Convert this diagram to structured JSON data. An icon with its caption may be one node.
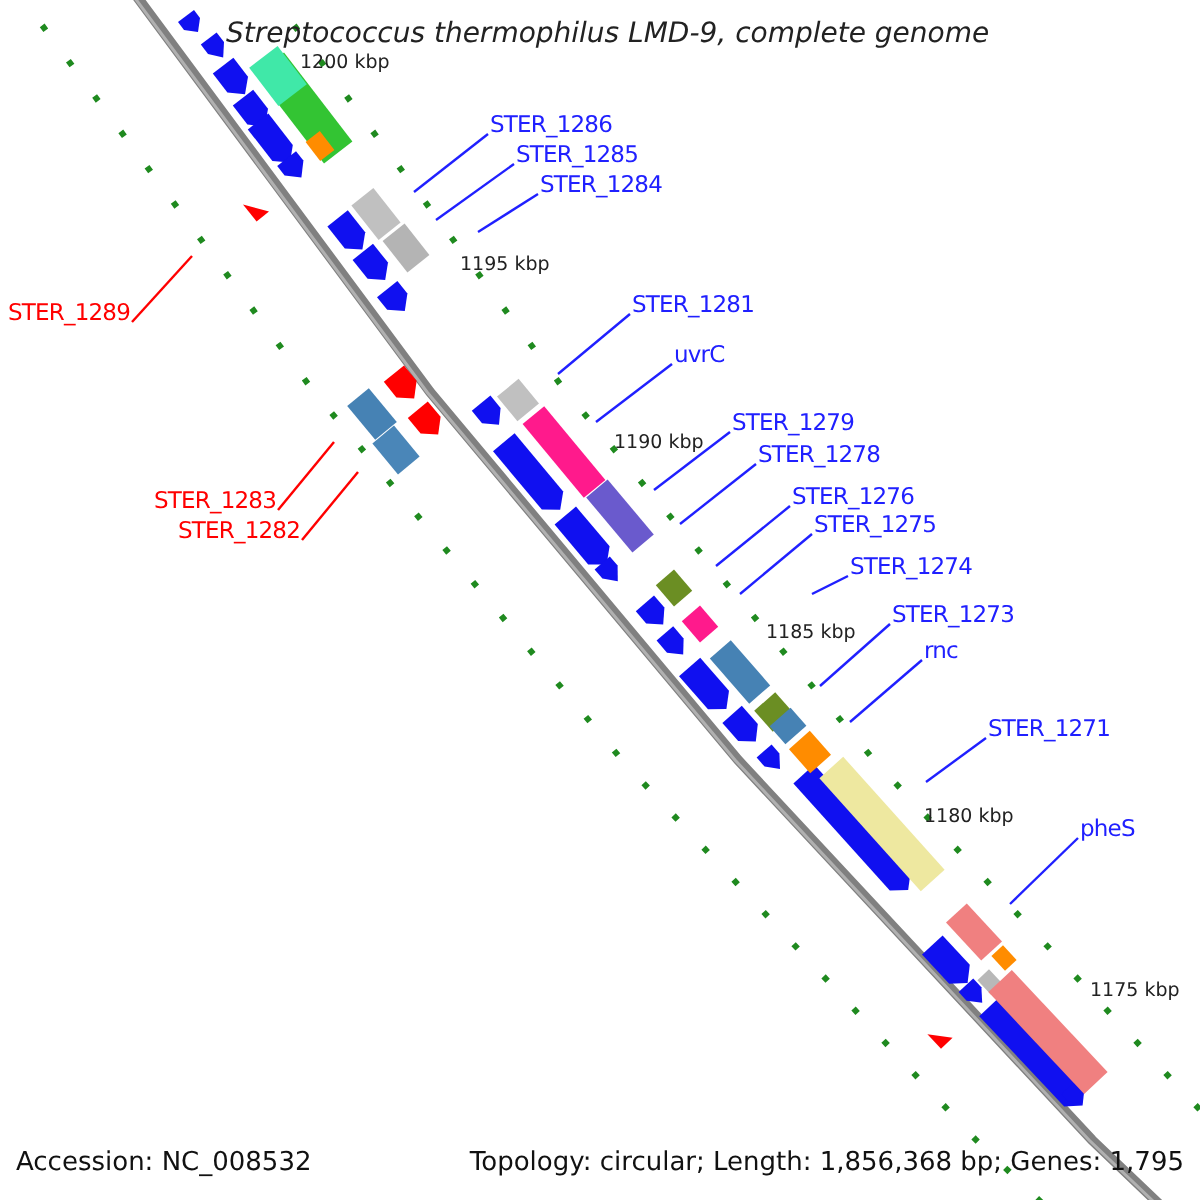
{
  "diagram": {
    "title": "Streptococcus thermophilus LMD-9, complete genome",
    "nodes": [
      {
        "text": [
          "STER_1286"
        ]
      },
      {
        "text": [
          "STER_1285"
        ]
      },
      {
        "text": [
          "STER_1284"
        ]
      },
      {
        "text": [
          "STER_1289"
        ]
      },
      {
        "text": [
          "STER_1281"
        ]
      },
      {
        "text": [
          "uvrC"
        ]
      },
      {
        "text": [
          "STER_1283"
        ]
      },
      {
        "text": [
          "STER_1279"
        ]
      },
      {
        "text": [
          "STER_1278"
        ]
      },
      {
        "text": [
          "STER_1282"
        ]
      },
      {
        "text": [
          "STER_1276"
        ]
      },
      {
        "text": [
          "STER_1275"
        ]
      },
      {
        "text": [
          "STER_1274"
        ]
      },
      {
        "text": [
          "STER_1273"
        ]
      },
      {
        "text": [
          "rnc"
        ]
      },
      {
        "text": [
          "STER_1271"
        ]
      },
      {
        "text": [
          "pheS"
        ]
      }
    ],
    "edges": [
      {
        "from": 0,
        "to": null,
        "arrow": "none"
      },
      {
        "from": 1,
        "to": null,
        "arrow": "none"
      },
      {
        "from": 2,
        "to": null,
        "arrow": "none"
      },
      {
        "from": 3,
        "to": null,
        "arrow": "none",
        "color": "#ff0000"
      },
      {
        "from": 4,
        "to": null,
        "arrow": "none"
      },
      {
        "from": 5,
        "to": null,
        "arrow": "none"
      },
      {
        "from": 6,
        "to": null,
        "arrow": "none",
        "color": "#ff0000"
      },
      {
        "from": 7,
        "to": null,
        "arrow": "none"
      },
      {
        "from": 8,
        "to": null,
        "arrow": "none"
      },
      {
        "from": 9,
        "to": null,
        "arrow": "none",
        "color": "#ff0000"
      },
      {
        "from": 10,
        "to": null,
        "arrow": "none"
      },
      {
        "from": 11,
        "to": null,
        "arrow": "none"
      },
      {
        "from": 12,
        "to": null,
        "arrow": "none"
      },
      {
        "from": 13,
        "to": null,
        "arrow": "none"
      },
      {
        "from": 14,
        "to": null,
        "arrow": "none"
      },
      {
        "from": 15,
        "to": null,
        "arrow": "none"
      },
      {
        "from": 16,
        "to": null,
        "arrow": "none"
      }
    ],
    "labels": [
      "1200 kbp",
      "1195 kbp",
      "1190 kbp",
      "1185 kbp",
      "1180 kbp",
      "1175 kbp",
      "Accession: NC_008532",
      "Topology: circular; Length: 1,856,368 bp; Genes: 1,795"
    ]
  }
}
